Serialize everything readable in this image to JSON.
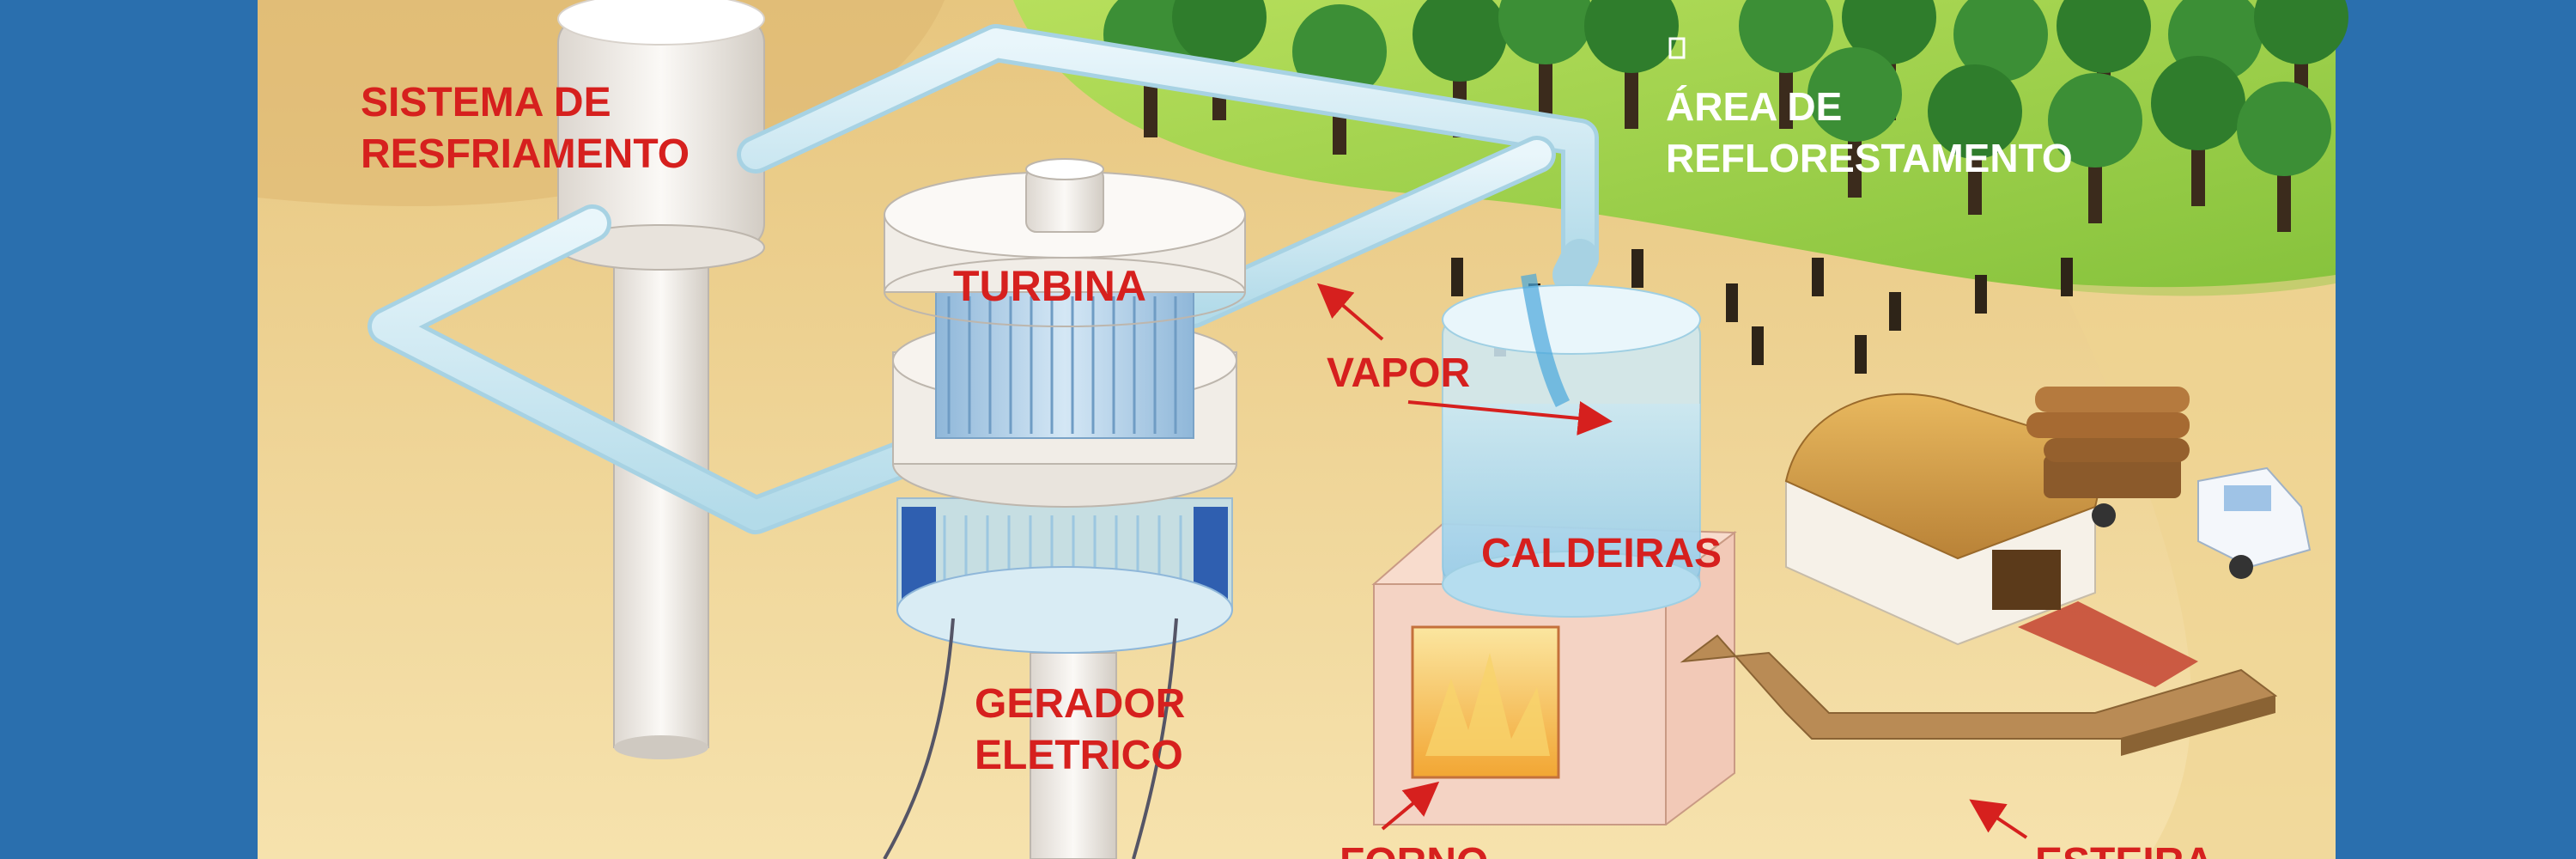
{
  "labels": {
    "cooling_line1": "SISTEMA DE",
    "cooling_line2": "RESFRIAMENTO",
    "turbine": "TURBINA",
    "steam": "VAPOR",
    "boilers": "CALDEIRAS",
    "generator_line1": "GERADOR",
    "generator_line2": "ELETRICO",
    "reforest_line1": "ÁREA DE",
    "reforest_line2": "REFLORESTAMENTO",
    "furnace_partial": "FORNO",
    "conveyor_partial": "ESTEIRA"
  },
  "colors": {
    "frame": "#2a6fae",
    "sand": "#f0d9a0",
    "grass": "#9ccf4a",
    "label_red": "#d6201e",
    "label_white": "#ffffff",
    "pipe": "#cfe9f4",
    "tank": "#f7f3ee"
  }
}
